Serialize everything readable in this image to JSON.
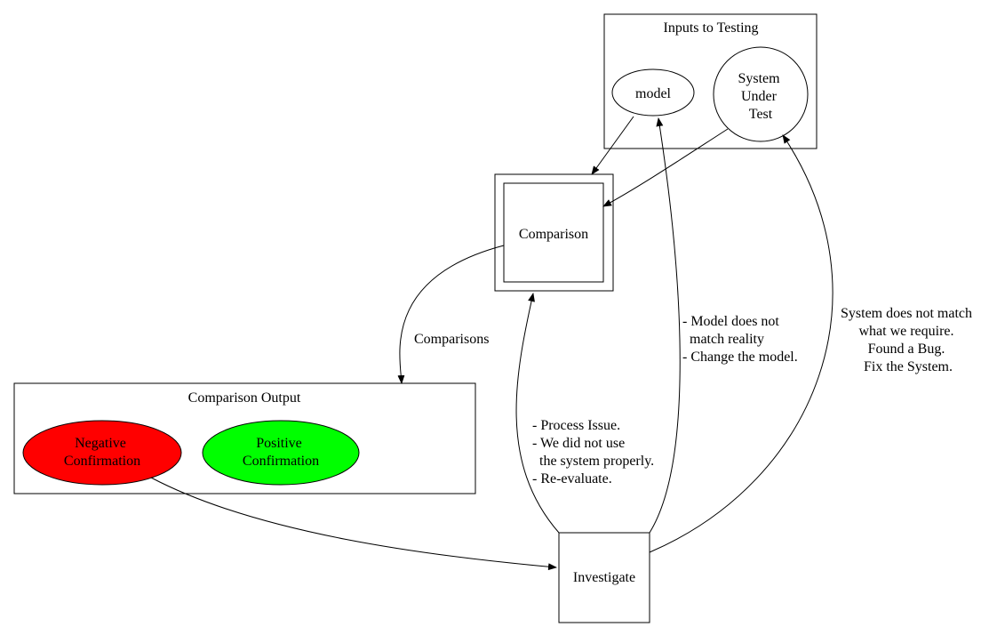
{
  "clusters": {
    "inputs": {
      "label": "Inputs to Testing"
    },
    "output": {
      "label": "Comparison Output"
    }
  },
  "nodes": {
    "model": {
      "lines": [
        "model"
      ]
    },
    "sut": {
      "lines": [
        "System",
        "Under",
        "Test"
      ]
    },
    "comparison": {
      "lines": [
        "Comparison"
      ]
    },
    "negative": {
      "lines": [
        "Negative",
        "Confirmation"
      ],
      "fill": "#ff0000"
    },
    "positive": {
      "lines": [
        "Positive",
        "Confirmation"
      ],
      "fill": "#00ff00"
    },
    "investigate": {
      "lines": [
        "Investigate"
      ]
    }
  },
  "edges": {
    "comparisons": {
      "lines": [
        "Comparisons"
      ]
    },
    "process_issue": {
      "lines": [
        "- Process Issue.",
        "- We did not use",
        "  the system properly.",
        "- Re-evaluate."
      ]
    },
    "model_mismatch": {
      "lines": [
        "- Model does not",
        "  match reality",
        "- Change the model."
      ]
    },
    "system_bug": {
      "lines": [
        "System does not match",
        "what we require.",
        "Found a Bug.",
        "Fix the System."
      ]
    }
  }
}
